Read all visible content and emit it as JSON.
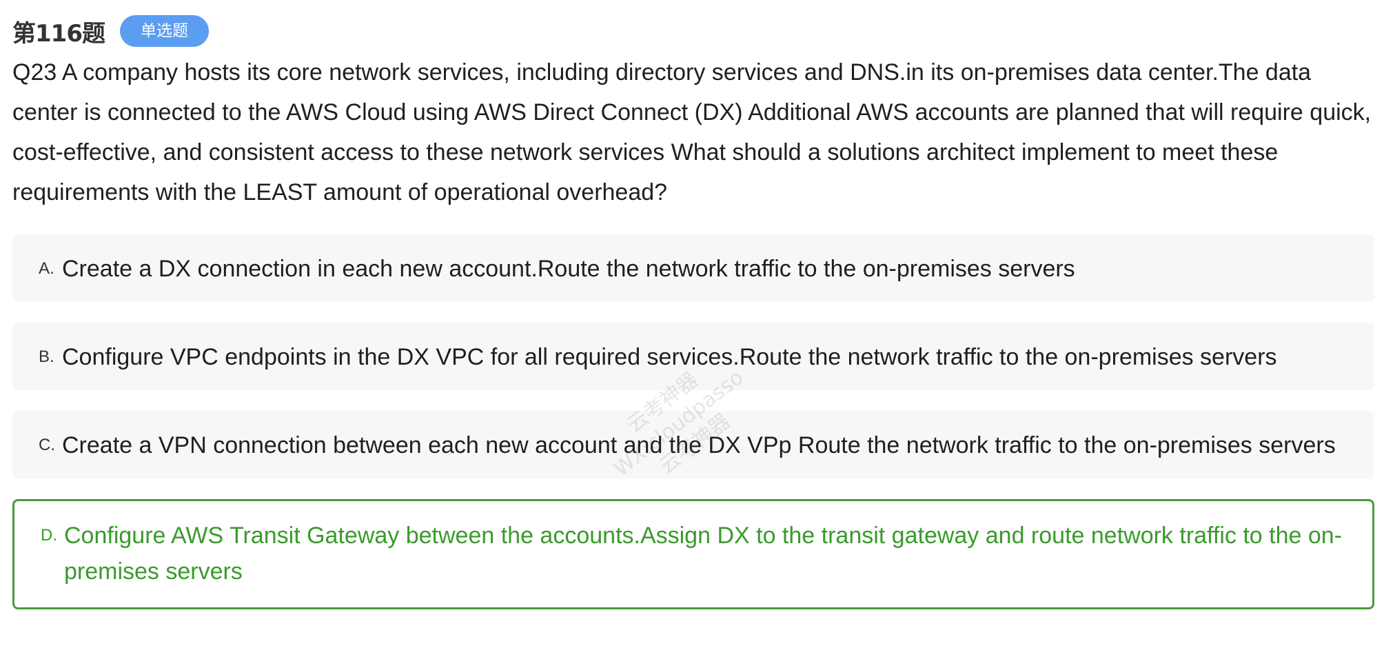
{
  "question": {
    "number_label": "第116题",
    "type_badge": "单选题",
    "text": "Q23 A company hosts its core network services, including directory services and DNS.in its on-premises data center.The data center is connected to the AWS Cloud using AWS Direct Connect (DX) Additional AWS accounts are planned that will require quick, cost-effective, and consistent access to these network services What should a solutions architect implement to meet these requirements with the LEAST amount of operational overhead?"
  },
  "options": [
    {
      "letter": "A.",
      "text": "Create a DX connection in each new account.Route the network traffic to the on-premises servers",
      "correct": false
    },
    {
      "letter": "B.",
      "text": "Configure VPC endpoints in the DX VPC for all required services.Route the network traffic to the on-premises servers",
      "correct": false
    },
    {
      "letter": "C.",
      "text": "Create a VPN connection between each new account and the DX VPp Route the network traffic to the on-premises servers",
      "correct": false
    },
    {
      "letter": "D.",
      "text": "Configure AWS Transit Gateway between the accounts.Assign DX to the transit gateway and route network traffic to the on-premises servers",
      "correct": true
    }
  ],
  "watermark": {
    "line1": "云考神器",
    "line2": "WX:cloudpasso",
    "line3": "云考神器"
  },
  "colors": {
    "badge": "#5b9df0",
    "correct": "#3a9a2c",
    "option_bg": "#f7f7f7"
  }
}
